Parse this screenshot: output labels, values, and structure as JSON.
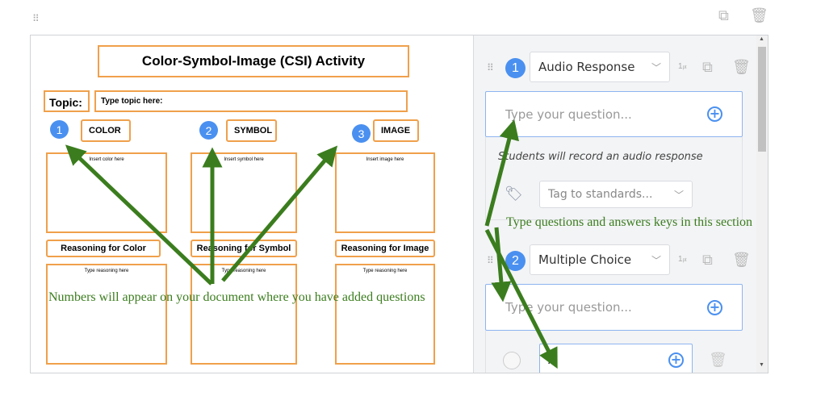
{
  "document": {
    "title": "Color-Symbol-Image (CSI) Activity",
    "topic_label": "Topic:",
    "topic_placeholder": "Type topic here:",
    "sections": [
      {
        "number": "1",
        "label": "COLOR",
        "box_hint": "Insert color here",
        "reasoning": "Reasoning for Color",
        "reasoning_hint": "Type reasoning here"
      },
      {
        "number": "2",
        "label": "SYMBOL",
        "box_hint": "Insert symbol here",
        "reasoning": "Reasoning for Symbol",
        "reasoning_hint": "Type reasoning here"
      },
      {
        "number": "3",
        "label": "IMAGE",
        "box_hint": "Insert image here",
        "reasoning": "Reasoning for Image",
        "reasoning_hint": "Type reasoning here"
      }
    ]
  },
  "annotations": {
    "doc_caption": "Numbers will appear on your document where you have added questions",
    "panel_caption": "Type questions and answers keys in this section",
    "color": "#3b7d1e"
  },
  "questions": [
    {
      "number": "1",
      "type": "Audio Response",
      "points": "1",
      "points_unit": "pt",
      "placeholder": "Type your question...",
      "note": "Students will record an audio response",
      "tag_placeholder": "Tag to standards..."
    },
    {
      "number": "2",
      "type": "Multiple Choice",
      "points": "1",
      "points_unit": "pt",
      "placeholder": "Type your question...",
      "option_a": "A"
    }
  ]
}
